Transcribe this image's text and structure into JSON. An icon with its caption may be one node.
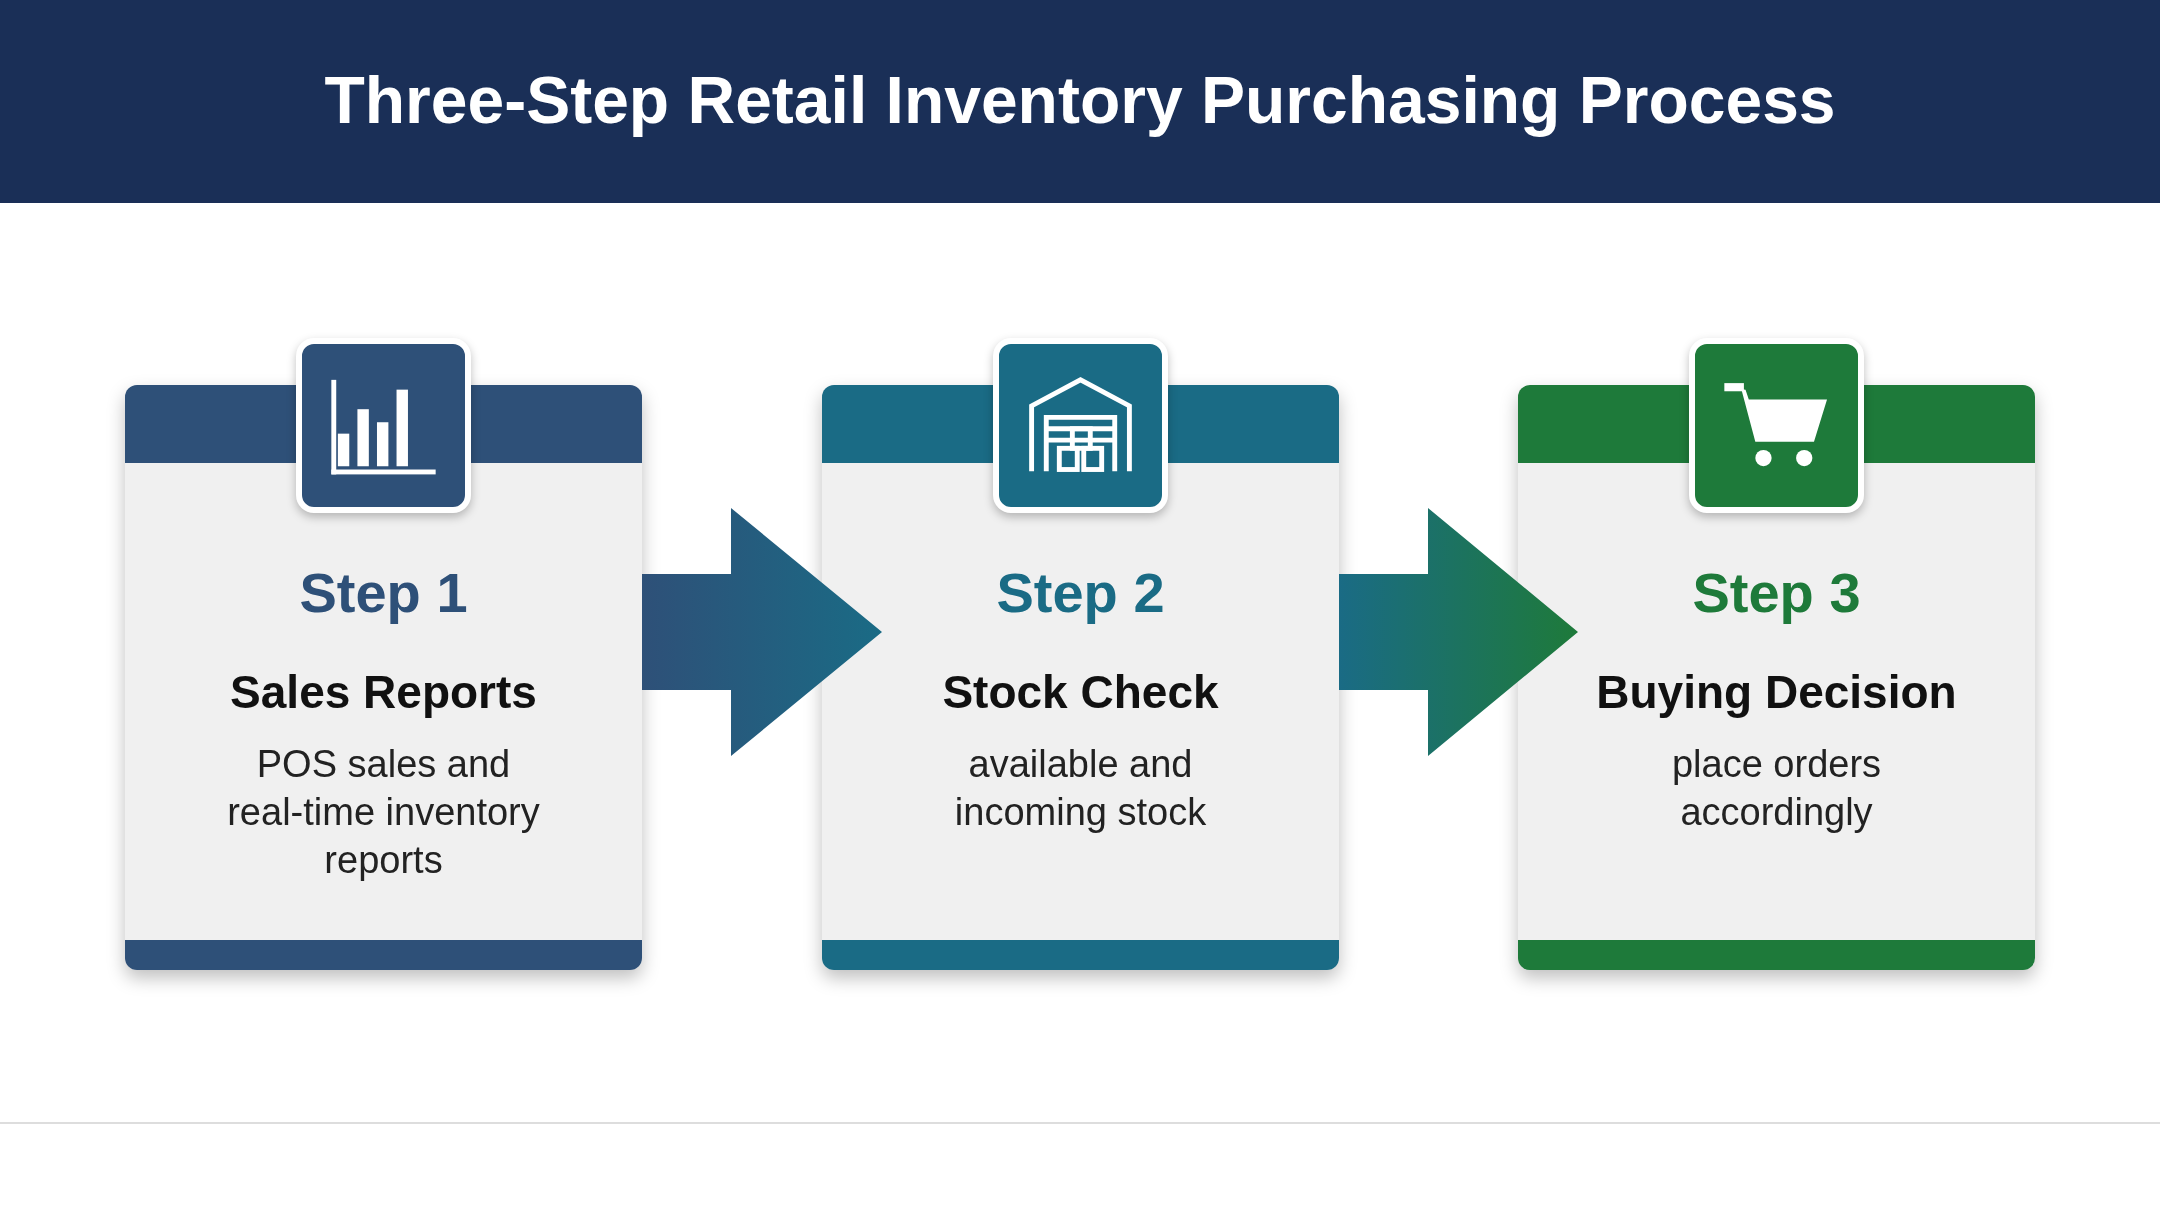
{
  "diagram": {
    "title": "Three-Step Retail Inventory Purchasing Process",
    "nodes": [
      {
        "text": [
          "Step 1",
          "Sales Reports",
          "POS sales and real-time inventory reports"
        ]
      },
      {
        "text": [
          "Step 2",
          "Stock Check",
          "available and incoming stock"
        ]
      },
      {
        "text": [
          "Step 3",
          "Buying Decision",
          "place orders accordingly"
        ]
      }
    ],
    "edges": [
      {
        "from": 0,
        "to": 1,
        "arrow": "to"
      },
      {
        "from": 1,
        "to": 2,
        "arrow": "to"
      }
    ]
  }
}
